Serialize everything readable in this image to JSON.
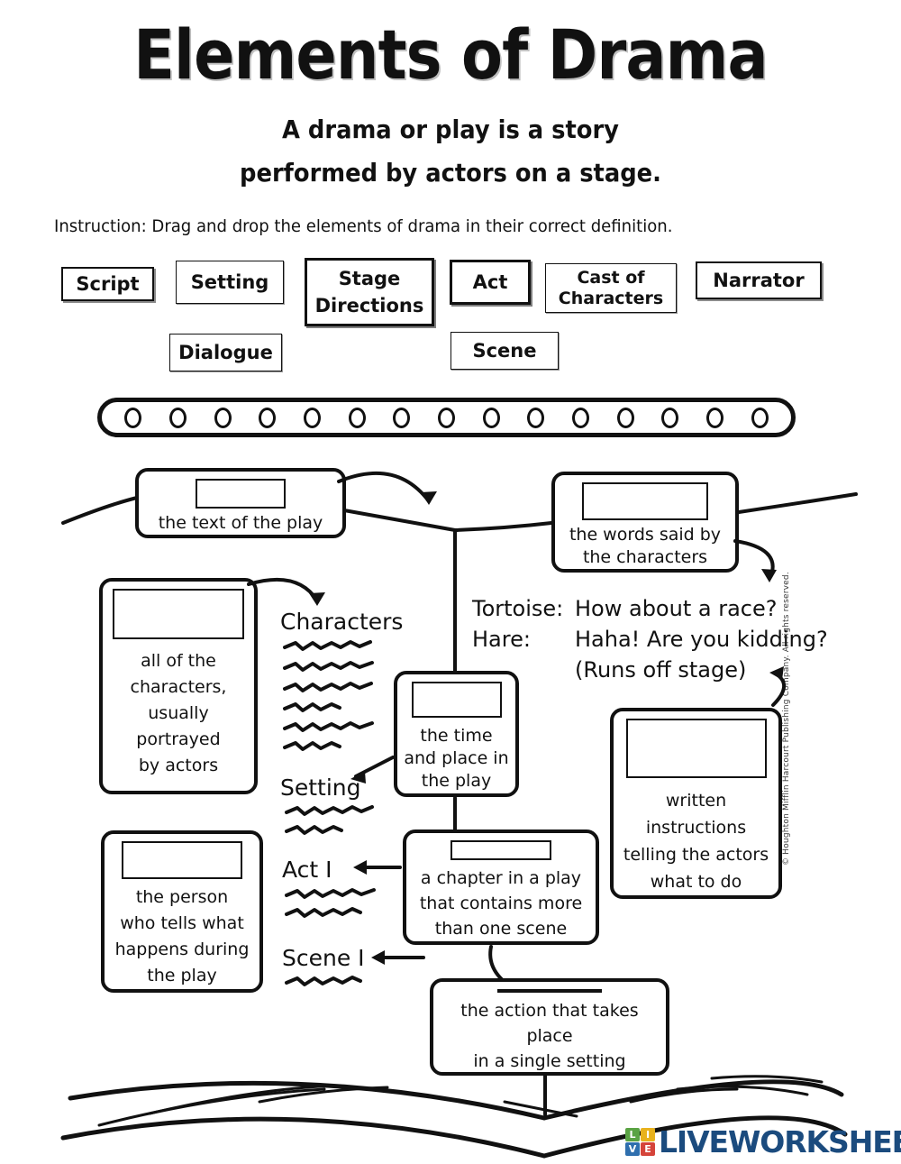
{
  "page": {
    "title": "Elements of Drama",
    "subtitle_line1": "A drama or play is a story",
    "subtitle_line2": "performed by actors on a stage.",
    "instruction": "Instruction: Drag and drop the elements of drama in their correct definition.",
    "copyright": "© Houghton Mifflin Harcourt Publishing Company. All rights reserved."
  },
  "word_bank": [
    {
      "label": "Script"
    },
    {
      "label": "Setting"
    },
    {
      "label": "Stage\nDirections"
    },
    {
      "label": "Act"
    },
    {
      "label": "Cast of\nCharacters"
    },
    {
      "label": "Narrator"
    },
    {
      "label": "Dialogue"
    },
    {
      "label": "Scene"
    }
  ],
  "binder": {
    "hole_count": 15
  },
  "definitions": [
    {
      "id": "script",
      "text": "the text of the play"
    },
    {
      "id": "dialogue",
      "text": "the words said by\nthe characters"
    },
    {
      "id": "cast-of-characters",
      "text": "all of the\ncharacters,\nusually\nportrayed\nby actors"
    },
    {
      "id": "setting",
      "text": "the time\nand place in\nthe play"
    },
    {
      "id": "stage-directions",
      "text": "written\ninstructions\ntelling the actors\nwhat to do"
    },
    {
      "id": "narrator",
      "text": "the person\nwho tells what\nhappens during\nthe play"
    },
    {
      "id": "act",
      "text": "a chapter in a play\nthat contains more\nthan one scene"
    },
    {
      "id": "scene",
      "text": "the action that takes place\nin a single setting"
    }
  ],
  "notebook_labels": [
    {
      "label": "Characters"
    },
    {
      "label": "Setting"
    },
    {
      "label": "Act I"
    },
    {
      "label": "Scene I"
    }
  ],
  "dialogue_sample": {
    "speaker1": "Tortoise:",
    "line1": "How about a race?",
    "speaker2": "Hare:",
    "line2": "Haha! Are you kidding?",
    "line3": "(Runs off stage)"
  },
  "logo": {
    "tiles": [
      {
        "letter": "L",
        "color": "#5aa344"
      },
      {
        "letter": "I",
        "color": "#e8b21d"
      },
      {
        "letter": "V",
        "color": "#2f6fae"
      },
      {
        "letter": "E",
        "color": "#d5443a"
      }
    ],
    "wordmark": "LIVEWORKSHEETS",
    "wordmark_color": "#1b4b7e"
  }
}
